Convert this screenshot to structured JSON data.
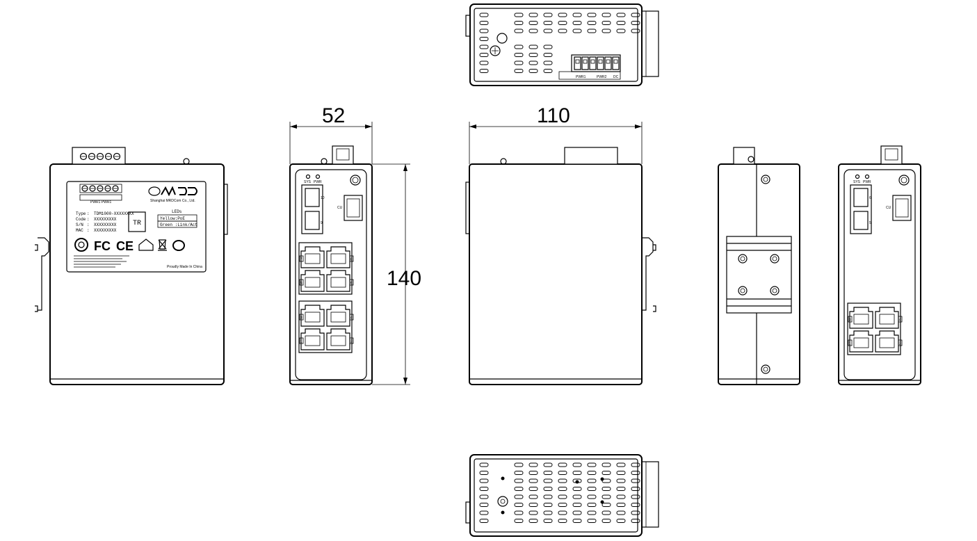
{
  "dimensions": {
    "width_front": "52",
    "depth_side": "110",
    "height": "140"
  },
  "label": {
    "company": "Shanghai MRDCom Co., Ltd.",
    "type_key": "Type",
    "type_value": "TDM1000-XXXXXXXX",
    "code_key": "Code",
    "code_value": "XXXXXXXXX",
    "sn_key": "S/N",
    "sn_value": "XXXXXXXXX",
    "mac_key": "MAC",
    "mac_value": "XXXXXXXXX",
    "sep": ":",
    "tr_mark": "TR",
    "leds_title": "LEDs",
    "led_yellow": "Yellow:PoE",
    "led_green": "Green :Link/Act",
    "fc": "FC",
    "ce": "CE",
    "made_in": "Proudly Made In China",
    "terminal_caption": "PWR1 PWR1"
  },
  "front_panel": {
    "led_sys": "SYS",
    "led_pwr": "PWR",
    "cu_label": "CU",
    "sfp_ports": [
      "10",
      "9"
    ],
    "rj45_ports_top": [
      "7",
      "8",
      "5",
      "6"
    ],
    "rj45_ports_bottom": [
      "3",
      "4",
      "1",
      "2"
    ]
  },
  "right_panel": {
    "led_sys": "SYS",
    "led_pwr": "PWR",
    "cu_label": "CU",
    "sfp_ports": [
      "6",
      "5"
    ],
    "rj45_ports": [
      "3",
      "4",
      "1",
      "2"
    ]
  },
  "top_view": {
    "terminal_labels": [
      "PWR1",
      "PWR2",
      "DC"
    ]
  }
}
